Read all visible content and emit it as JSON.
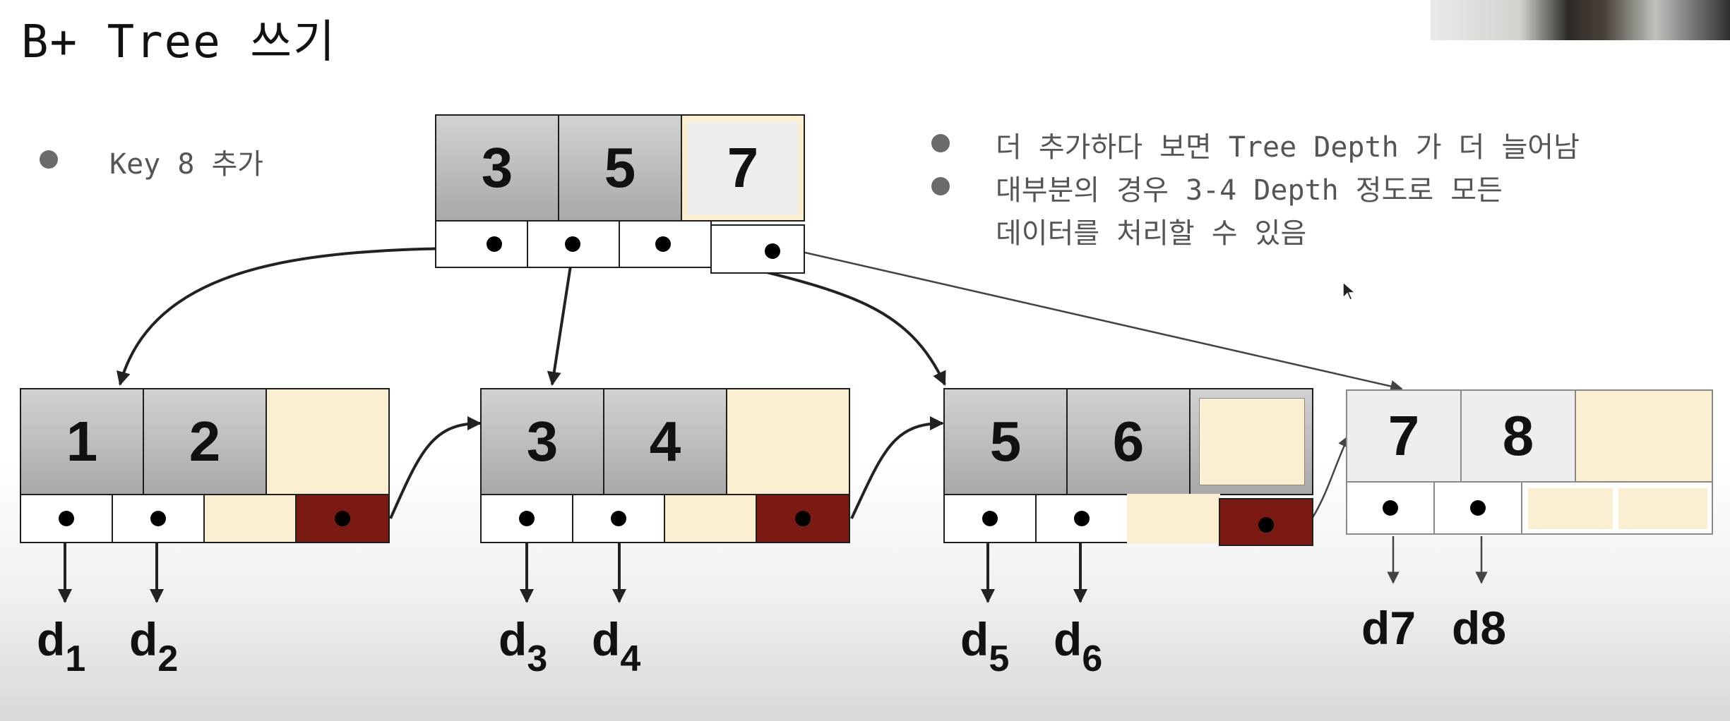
{
  "slide": {
    "title": "B+ Tree 쓰기"
  },
  "notes": {
    "left": "Key 8 추가",
    "right": [
      "더 추가하다 보면 Tree Depth 가 더 늘어남",
      "대부분의 경우 3-4 Depth 정도로 모든",
      "데이터를 처리할 수 있음"
    ]
  },
  "tree": {
    "root": {
      "keys": [
        "3",
        "5",
        "7"
      ]
    },
    "leaves": [
      {
        "keys": [
          "1",
          "2",
          ""
        ],
        "data": [
          {
            "base": "d",
            "sub": "1"
          },
          {
            "base": "d",
            "sub": "2"
          }
        ]
      },
      {
        "keys": [
          "3",
          "4",
          ""
        ],
        "data": [
          {
            "base": "d",
            "sub": "3"
          },
          {
            "base": "d",
            "sub": "4"
          }
        ]
      },
      {
        "keys": [
          "5",
          "6",
          ""
        ],
        "data": [
          {
            "base": "d",
            "sub": "5"
          },
          {
            "base": "d",
            "sub": "6"
          }
        ]
      },
      {
        "keys": [
          "7",
          "8",
          ""
        ],
        "data": [
          {
            "base": "d7",
            "sub": ""
          },
          {
            "base": "d8",
            "sub": ""
          }
        ]
      }
    ]
  },
  "colors": {
    "key_gray": "#b3b3b3",
    "key_light": "#eeeeee",
    "empty_slot": "#fbefd2",
    "next_pointer": "#7b1a12",
    "arrow": "#222222",
    "arrow_light": "#444444"
  }
}
